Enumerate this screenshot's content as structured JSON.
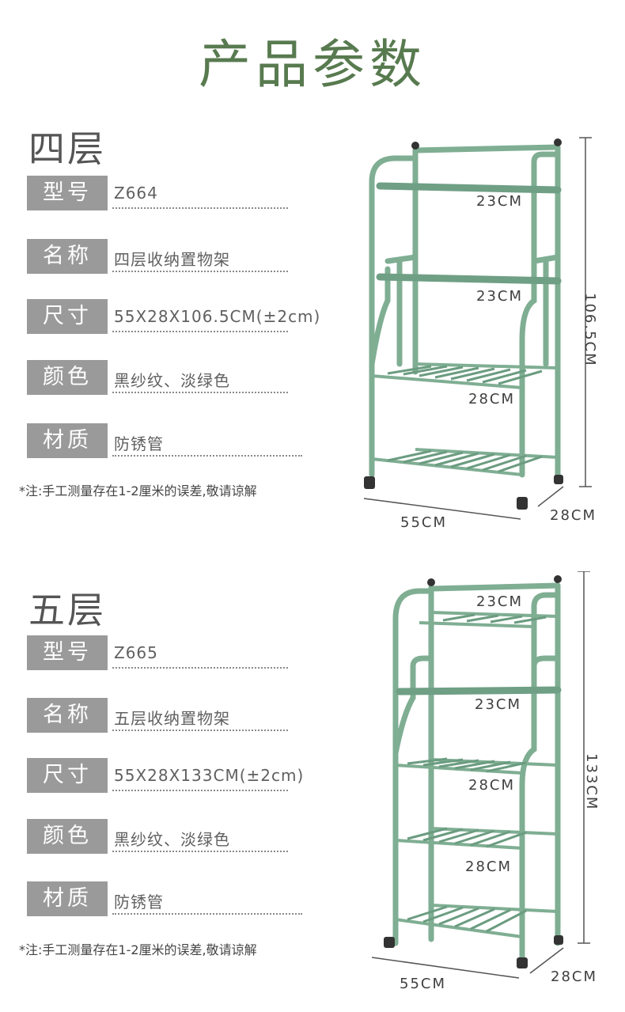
{
  "page_title": "产品参数",
  "sections": [
    {
      "heading": "四层",
      "specs": [
        {
          "label": "型号",
          "value": "Z664"
        },
        {
          "label": "名称",
          "value": "四层收纳置物架"
        },
        {
          "label": "尺寸",
          "value": "55X28X106.5CM(±2cm)"
        },
        {
          "label": "颜色",
          "value": "黑纱纹、淡绿色"
        },
        {
          "label": "材质",
          "value": "防锈管"
        }
      ],
      "note": "*注:手工测量存在1-2厘米的误差,敬请谅解",
      "dimensions": {
        "gap1": "23CM",
        "gap2": "23CM",
        "gap3": "28CM",
        "height": "106.5CM",
        "width": "55CM",
        "depth": "28CM"
      },
      "tiers": 4
    },
    {
      "heading": "五层",
      "specs": [
        {
          "label": "型号",
          "value": "Z665"
        },
        {
          "label": "名称",
          "value": "五层收纳置物架"
        },
        {
          "label": "尺寸",
          "value": "55X28X133CM(±2cm)"
        },
        {
          "label": "颜色",
          "value": "黑纱纹、淡绿色"
        },
        {
          "label": "材质",
          "value": "防锈管"
        }
      ],
      "note": "*注:手工测量存在1-2厘米的误差,敬请谅解",
      "dimensions": {
        "gap1": "23CM",
        "gap2": "23CM",
        "gap3": "28CM",
        "gap4": "28CM",
        "height": "133CM",
        "width": "55CM",
        "depth": "28CM"
      },
      "tiers": 5
    }
  ],
  "colors": {
    "rack_green": "#7fae93",
    "rack_dark": "#5b8f73",
    "title_green": "#587a4f",
    "label_gray": "#9a9a9a"
  }
}
